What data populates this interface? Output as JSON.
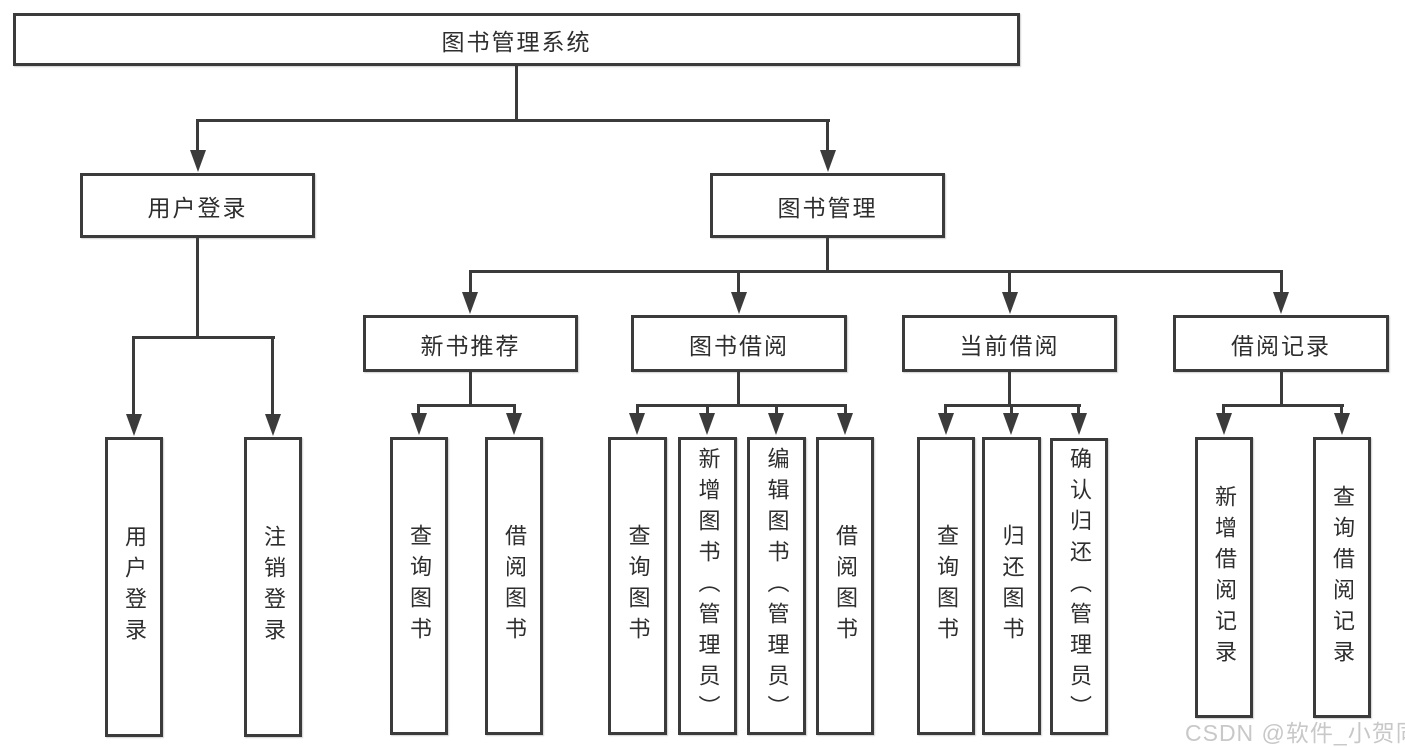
{
  "tree": {
    "root": {
      "label": "图书管理系统"
    },
    "level2": [
      {
        "label": "用户登录",
        "leaves": [
          {
            "label": "用户登录"
          },
          {
            "label": "注销登录"
          }
        ]
      },
      {
        "label": "图书管理",
        "groups": [
          {
            "label": "新书推荐",
            "leaves": [
              {
                "label": "查询图书"
              },
              {
                "label": "借阅图书"
              }
            ]
          },
          {
            "label": "图书借阅",
            "leaves": [
              {
                "label": "查询图书"
              },
              {
                "label": "新增图书（管理员）"
              },
              {
                "label": "编辑图书（管理员）"
              },
              {
                "label": "借阅图书"
              }
            ]
          },
          {
            "label": "当前借阅",
            "leaves": [
              {
                "label": "查询图书"
              },
              {
                "label": "归还图书"
              },
              {
                "label": "确认归还（管理员）"
              }
            ]
          },
          {
            "label": "借阅记录",
            "leaves": [
              {
                "label": "新增借阅记录"
              },
              {
                "label": "查询借阅记录"
              }
            ]
          }
        ]
      }
    ]
  },
  "watermark": {
    "text": "CSDN @软件_小贺同学"
  },
  "colors": {
    "line": "#3b3b3b",
    "text": "#2e2e2e",
    "watermark": "#c8c8c8",
    "background": "#ffffff"
  }
}
